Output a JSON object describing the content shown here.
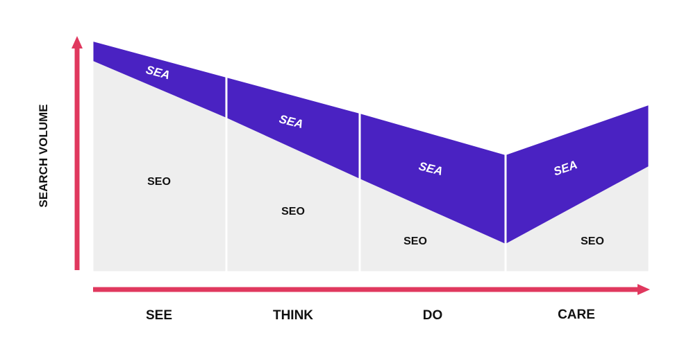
{
  "diagram": {
    "y_axis_label": "SEARCH VOLUME",
    "stages": [
      "SEE",
      "THINK",
      "DO",
      "CARE"
    ],
    "band_labels": {
      "seo": [
        "SEO",
        "SEO",
        "SEO",
        "SEO"
      ],
      "sea": [
        "SEA",
        "SEA",
        "SEA",
        "SEA"
      ]
    }
  },
  "colors": {
    "axis": "#E0385E",
    "sea_band": "#4A22C2",
    "seo_area": "#EEEEEE",
    "divider": "#FFFFFF",
    "text": "#111111",
    "sea_text": "#FFFFFF"
  }
}
